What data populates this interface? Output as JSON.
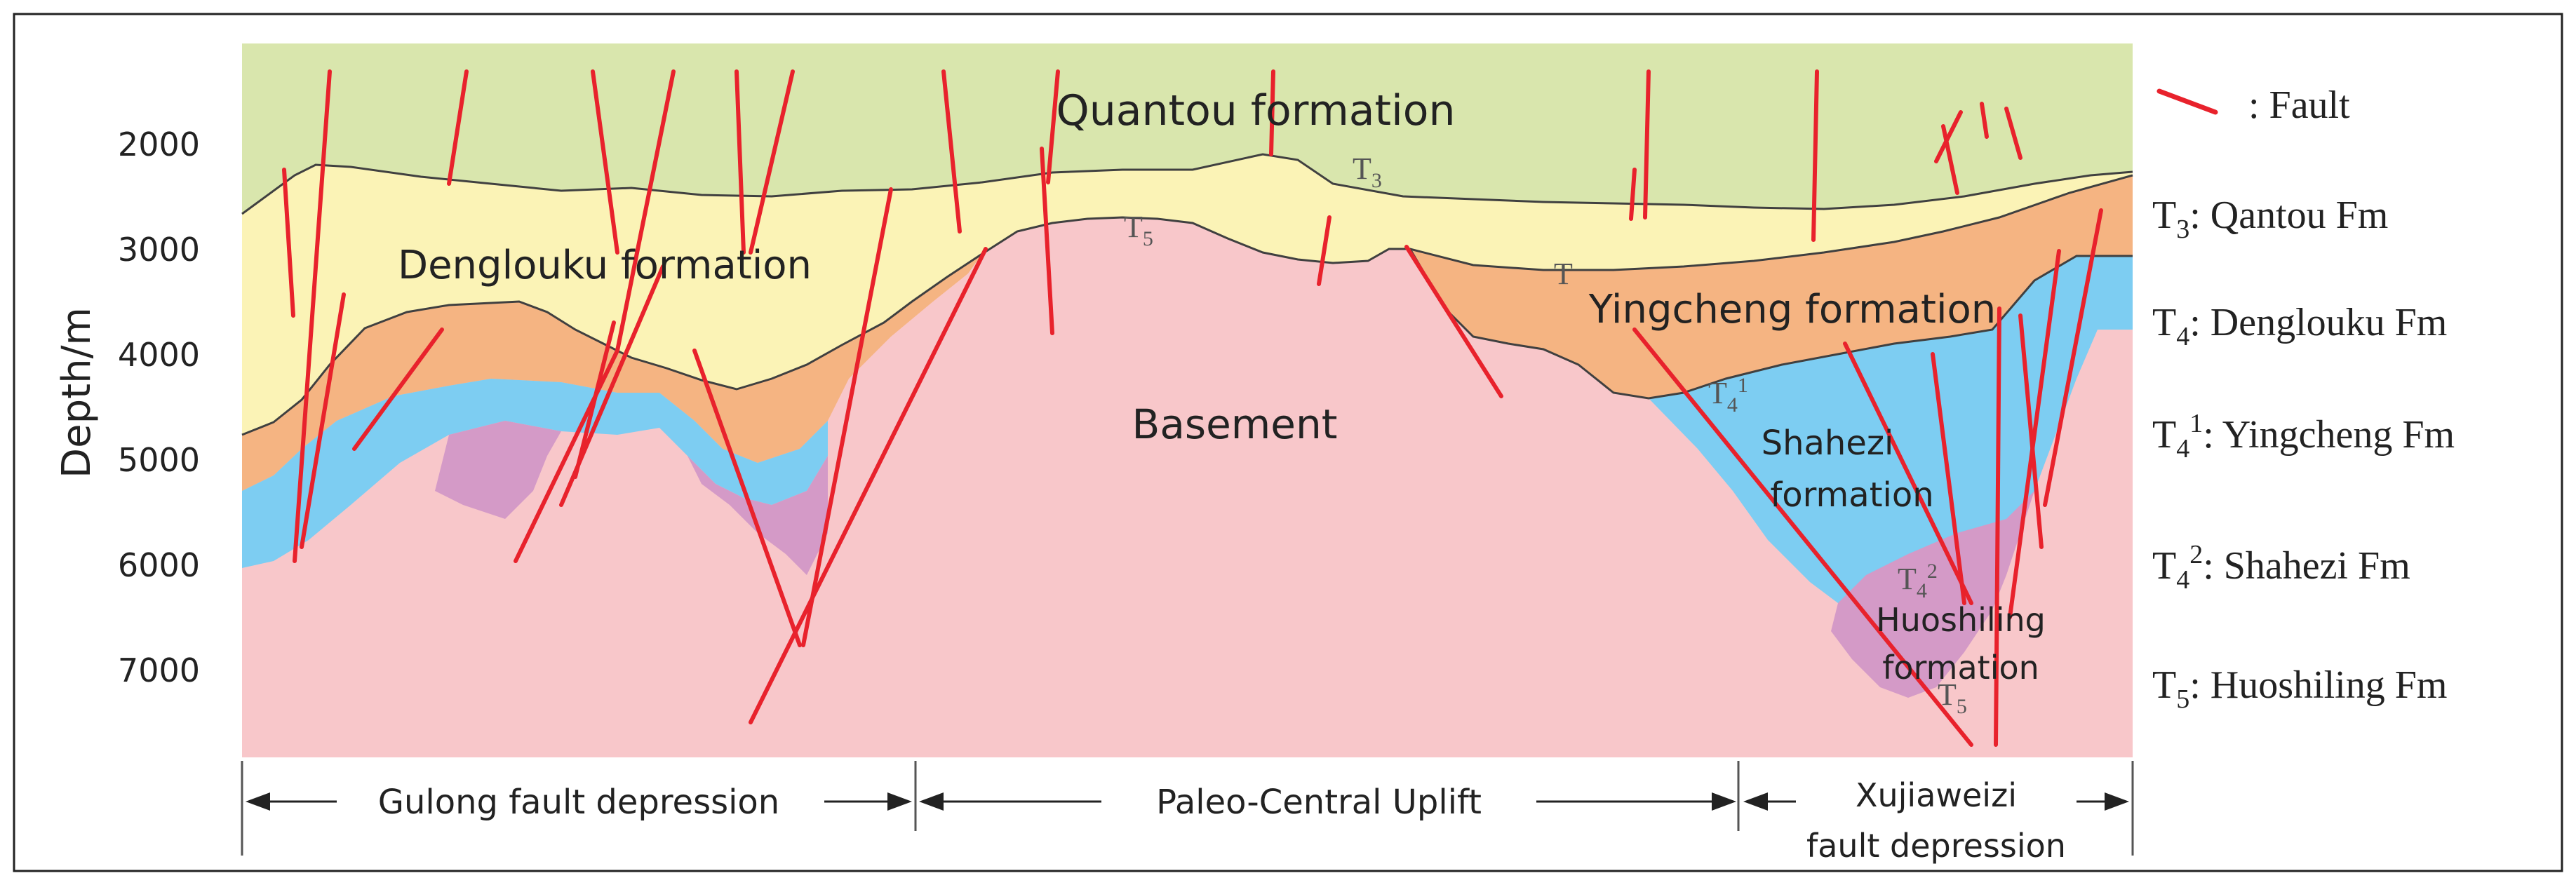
{
  "diagram": {
    "y_axis": {
      "label": "Depth/m",
      "ticks": [
        "2000",
        "3000",
        "4000",
        "5000",
        "6000",
        "7000"
      ]
    },
    "formation_labels": {
      "quantou": "Quantou formation",
      "denglouku": "Denglouku formation",
      "yingcheng": "Yingcheng formation",
      "basement": "Basement",
      "shahezi_1": "Shahezi",
      "shahezi_2": "formation",
      "huoshiling_1": "Huoshiling",
      "huoshiling_2": "formation"
    },
    "horizon_markers": {
      "t3": {
        "base": "T",
        "sub": "3"
      },
      "t5_left": {
        "base": "T",
        "sub": "5"
      },
      "t4_right": {
        "base": "T",
        "sub": ""
      },
      "t4_1": {
        "base": "T",
        "sub": "4",
        "sup": "1"
      },
      "t4_2": {
        "base": "T",
        "sub": "4",
        "sup": "2"
      },
      "t5_right": {
        "base": "T",
        "sub": "5"
      }
    },
    "legend": {
      "fault": ": Fault",
      "items": [
        {
          "base": "T",
          "sub": "3",
          "sup": "",
          "label": ": Qantou Fm"
        },
        {
          "base": "T",
          "sub": "4",
          "sup": "",
          "label": ": Denglouku Fm"
        },
        {
          "base": "T",
          "sub": "4",
          "sup": "1",
          "label": ": Yingcheng Fm"
        },
        {
          "base": "T",
          "sub": "4",
          "sup": "2",
          "label": ": Shahezi Fm"
        },
        {
          "base": "T",
          "sub": "5",
          "sup": "",
          "label": ": Huoshiling Fm"
        }
      ]
    },
    "zones": {
      "gulong": "Gulong fault depression",
      "paleo": "Paleo-Central Uplift",
      "xujia_1": "Xujiaweizi",
      "xujia_2": "fault depression"
    },
    "colors": {
      "quantou": "#d9e6ad",
      "denglouku": "#fbf3b6",
      "yingcheng": "#f5b482",
      "shahezi": "#7dcdf2",
      "huoshiling": "#d49ac7",
      "basement": "#f8c7ca",
      "fault": "#e8222c",
      "horizon_line": "#404040"
    }
  }
}
